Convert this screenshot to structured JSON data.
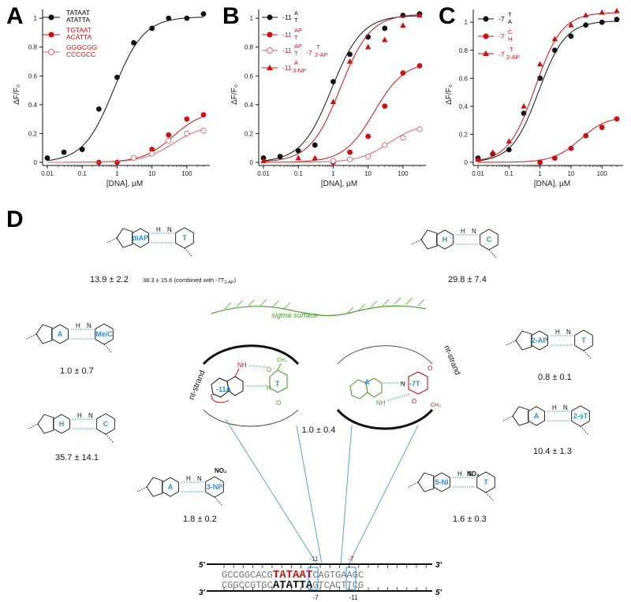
{
  "panels": {
    "A": {
      "label": "A",
      "xlabel": "[DNA], µM",
      "ylabel": "ΔF/F₀",
      "legend": [
        {
          "top": "TATAAT",
          "bottom": "ATATTA"
        },
        {
          "top": "TGTAAT",
          "bottom": "ACATTA"
        },
        {
          "top": "GGGCGG",
          "bottom": "CCCGCC"
        }
      ]
    },
    "B": {
      "label": "B",
      "xlabel": "[DNA], µM",
      "ylabel": "ΔF/F₀",
      "legend": [
        {
          "pos": "-11",
          "top": "A",
          "bottom": "T"
        },
        {
          "pos": "-11",
          "top": "AP",
          "bottom": "T"
        },
        {
          "pos": "-11",
          "top": "AP",
          "bottom": "T",
          "extra_pos": "-7",
          "extra_top": "T",
          "extra_bottom": "2-AP"
        },
        {
          "pos": "-11",
          "top": "A",
          "bottom": "3-NP"
        }
      ]
    },
    "C": {
      "label": "C",
      "xlabel": "[DNA], µM",
      "ylabel": "ΔF/F₀",
      "legend": [
        {
          "pos": "-7",
          "top": "T",
          "bottom": "A"
        },
        {
          "pos": "-7",
          "top": "C",
          "bottom": "H"
        },
        {
          "pos": "-7",
          "top": "T",
          "bottom": "2-AP"
        }
      ]
    },
    "D": {
      "label": "D"
    }
  },
  "ticks": {
    "x": [
      "0.01",
      "0.1",
      "1",
      "10",
      "100"
    ],
    "y": [
      "0",
      "0.2",
      "0.4",
      "0.6",
      "0.8",
      "1"
    ]
  },
  "chart_data": [
    {
      "type": "scatter",
      "panel": "A",
      "x_scale": "log",
      "xlim": [
        0.01,
        300
      ],
      "ylim": [
        0,
        1.05
      ],
      "xlabel": "[DNA], µM",
      "ylabel": "ΔF/F₀",
      "series": [
        {
          "name": "TATAAT/ATATTA",
          "color": "#111111",
          "marker": "filled-circle",
          "x": [
            0.01,
            0.03,
            0.1,
            0.3,
            1,
            3,
            10,
            30,
            100,
            300
          ],
          "y": [
            0.03,
            0.07,
            0.09,
            0.37,
            0.59,
            0.83,
            0.93,
            1.0,
            1.0,
            1.03
          ],
          "fit_ec50": 0.8,
          "fit_max": 1.01
        },
        {
          "name": "TGTAAT/ACATTA",
          "color": "#d01010",
          "marker": "filled-circle",
          "x": [
            0.3,
            1,
            3,
            10,
            30,
            100,
            300
          ],
          "y": [
            0.0,
            0.0,
            0.03,
            0.09,
            0.19,
            0.3,
            0.33
          ],
          "fit_ec50": 40,
          "fit_max": 0.36
        },
        {
          "name": "GGGCGG/CCCGCC",
          "color": "#e06060",
          "marker": "open-circle",
          "x": [
            3,
            10,
            30,
            100,
            300
          ],
          "y": [
            0.03,
            0.06,
            0.15,
            0.2,
            0.22
          ],
          "fit_ec50": 40,
          "fit_max": 0.26
        }
      ]
    },
    {
      "type": "scatter",
      "panel": "B",
      "x_scale": "log",
      "xlim": [
        0.01,
        300
      ],
      "ylim": [
        0,
        1.05
      ],
      "xlabel": "[DNA], µM",
      "ylabel": "ΔF/F₀",
      "series": [
        {
          "name": "-11 A/T",
          "color": "#111111",
          "marker": "filled-circle",
          "x": [
            0.01,
            0.03,
            0.1,
            0.3,
            1,
            3,
            10,
            30,
            100,
            300
          ],
          "y": [
            0.03,
            0.04,
            0.08,
            0.12,
            0.56,
            0.75,
            0.87,
            0.93,
            1.02,
            1.03
          ],
          "fit_ec50": 0.9,
          "fit_max": 1.02
        },
        {
          "name": "-11 AP/T",
          "color": "#d01010",
          "marker": "filled-circle",
          "x": [
            1,
            3,
            10,
            30,
            100,
            300
          ],
          "y": [
            0.0,
            0.07,
            0.18,
            0.39,
            0.62,
            0.67
          ],
          "fit_ec50": 15,
          "fit_max": 0.7
        },
        {
          "name": "-11 AP/T, -7 T/2-AP",
          "color": "#e06060",
          "marker": "open-circle",
          "x": [
            1,
            3,
            10,
            30,
            100,
            300
          ],
          "y": [
            0.01,
            0.02,
            0.04,
            0.12,
            0.17,
            0.23
          ],
          "fit_ec50": 40,
          "fit_max": 0.27
        },
        {
          "name": "-11 A/3-NP",
          "color": "#d01010",
          "marker": "filled-triangle",
          "x": [
            0.01,
            0.1,
            0.3,
            1,
            3,
            10,
            30,
            100,
            300
          ],
          "y": [
            0.01,
            0.03,
            0.03,
            0.42,
            0.7,
            0.8,
            0.85,
            0.95,
            1.02
          ],
          "fit_ec50": 1.6,
          "fit_max": 1.03
        }
      ]
    },
    {
      "type": "scatter",
      "panel": "C",
      "x_scale": "log",
      "xlim": [
        0.01,
        300
      ],
      "ylim": [
        0,
        1.08
      ],
      "xlabel": "[DNA], µM",
      "ylabel": "ΔF/F₀",
      "series": [
        {
          "name": "-7 T/A",
          "color": "#111111",
          "marker": "filled-circle",
          "x": [
            0.01,
            0.03,
            0.1,
            0.3,
            1,
            3,
            10,
            30,
            100,
            300
          ],
          "y": [
            0.03,
            0.06,
            0.09,
            0.35,
            0.6,
            0.8,
            0.9,
            0.98,
            1.0,
            1.02
          ],
          "fit_ec50": 0.9,
          "fit_max": 1.01
        },
        {
          "name": "-7 C/H",
          "color": "#d01010",
          "marker": "filled-circle",
          "x": [
            1,
            3,
            10,
            30,
            100,
            300
          ],
          "y": [
            0.0,
            0.03,
            0.1,
            0.19,
            0.25,
            0.31
          ],
          "fit_ec50": 20,
          "fit_max": 0.33
        },
        {
          "name": "-7 T/2-AP",
          "color": "#d01010",
          "marker": "filled-triangle",
          "x": [
            0.01,
            0.03,
            0.1,
            0.3,
            1,
            3,
            10,
            30,
            100,
            300
          ],
          "y": [
            0.02,
            0.07,
            0.15,
            0.4,
            0.7,
            0.88,
            0.98,
            1.05,
            1.07,
            1.08
          ],
          "fit_ec50": 0.7,
          "fit_max": 1.07
        }
      ]
    }
  ],
  "diagram": {
    "sigma_surface": "sigma surface",
    "nt_strand": "nt-strand",
    "center_value": "1.0 ± 0.4",
    "left_base_label": "-11A",
    "left_partner_label": "T",
    "right_base_label": "A",
    "right_partner_label": "-7T",
    "pairs": [
      {
        "id": "diap-t",
        "value": "13.9 ± 2.2",
        "note": "38.3 ± 15.6 (combined with -7T",
        "note_sub": "2-AP",
        "note_end": ")",
        "bases": [
          "diAP",
          "T"
        ]
      },
      {
        "id": "h-c-top",
        "value": "29.8 ± 7.4",
        "bases": [
          "H",
          "C"
        ]
      },
      {
        "id": "a-meic",
        "value": "1.0 ± 0.7",
        "bases": [
          "A",
          "MeiC"
        ]
      },
      {
        "id": "2ap-t",
        "value": "0.8 ± 0.1",
        "bases": [
          "2-AP",
          "T"
        ]
      },
      {
        "id": "h-c",
        "value": "35.7 ± 14.1",
        "bases": [
          "H",
          "C"
        ]
      },
      {
        "id": "a-2st",
        "value": "10.4 ± 1.3",
        "bases": [
          "A",
          "2-sT"
        ]
      },
      {
        "id": "a-3np",
        "value": "1.8 ± 0.2",
        "bases": [
          "A",
          "3-NP"
        ],
        "group": "NO₂"
      },
      {
        "id": "5ni-t",
        "value": "1.6 ± 0.3",
        "bases": [
          "5-NI",
          "T"
        ],
        "group": "NO₂"
      }
    ],
    "atoms": {
      "n": "N",
      "h": "H",
      "o": "O",
      "nh": "NH",
      "s": "S",
      "ch3": "CH₃",
      "hn": "HN"
    },
    "sequence": {
      "top_prefix": "GCCGGCACG",
      "top_red": "TATAAT",
      "top_suffix": "CAGTGAAGC",
      "bottom_prefix": "CGGCCGTGC",
      "bottom_mid": "ATATTA",
      "bottom_suffix": "GTCACTTCG",
      "five_prime": "5'",
      "three_prime": "3'",
      "top_markers": [
        "-11",
        "-7"
      ],
      "bottom_markers": [
        "-7",
        "-11"
      ]
    }
  },
  "colors": {
    "black": "#111111",
    "red": "#d01010",
    "pink": "#e06060",
    "blue": "#2b8fd6",
    "green": "#4aa02c",
    "guide": "#5aa0e0"
  }
}
